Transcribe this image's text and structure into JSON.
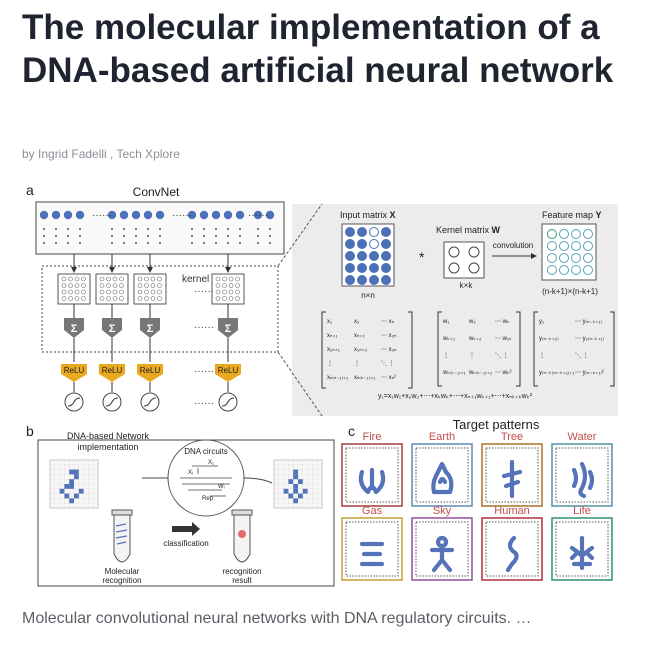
{
  "article": {
    "title": "The molecular implementation of a DNA-based artificial neural network",
    "byline": "by Ingrid Fadelli , Tech Xplore",
    "caption": "Molecular convolutional neural networks with DNA regulatory circuits. …"
  },
  "figure": {
    "panel_a": {
      "label": "a",
      "convnet": "ConvNet",
      "kernel": "kernel",
      "relu": "ReLU",
      "sigma": "Σ",
      "dots": "······",
      "input_matrix_label": "Input matrix",
      "input_matrix_var": "X",
      "kernel_matrix_label": "Kernel matrix",
      "kernel_matrix_var": "W",
      "feature_map_label": "Feature map",
      "feature_map_var": "Y",
      "convolution": "convolution",
      "nxn": "n×n",
      "kxk": "k×k",
      "out_size": "(n-k+1)×(n-k+1)",
      "star": "*",
      "matrix_x": [
        [
          "x₁",
          "x₂",
          "⋯ xₙ"
        ],
        [
          "xₙ₊₁",
          "xₙ₊₂",
          "⋯ x₂ₙ"
        ],
        [
          "x₂ₙ₊₁",
          "x₂ₙ₊₂",
          "⋯ x₃ₙ"
        ],
        [
          "⋮",
          "⋮",
          "⋱ ⋮"
        ],
        [
          "xₙ₍ₙ₋₁₎₊₁",
          "xₙ₍ₙ₋₁₎₊₂",
          "⋯ xₙ²"
        ]
      ],
      "matrix_w": [
        [
          "w₁",
          "w₂",
          "⋯ wₖ"
        ],
        [
          "wₖ₊₁",
          "wₖ₊₂",
          "⋯ w₂ₖ"
        ],
        [
          "⋮",
          "⋮",
          "⋱ ⋮"
        ],
        [
          "wₖ₍ₖ₋₁₎₊₁",
          "wₖ₍ₖ₋₁₎₊₂",
          "⋯ wₖ²"
        ]
      ],
      "matrix_y": [
        [
          "y₁",
          "⋯ y₍ₙ₋ₖ₊₁₎"
        ],
        [
          "y₍ₙ₋ₖ₊₂₎",
          "⋯ y₂₍ₙ₋ₖ₊₁₎"
        ],
        [
          "⋮",
          "⋱ ⋮"
        ],
        [
          "y₍ₙ₋ₖ₎₍ₙ₋ₖ₊₁₎₊₁",
          "⋯ y₍ₙ₋ₖ₊₁₎²"
        ]
      ],
      "formula": "y₁=x₁w₁+x₂w₂+⋯+xₖwₖ+⋯+xₙ₊₁wₖ₊₁+⋯+xₙₖ₊ₖwₖ²"
    },
    "panel_b": {
      "label": "b",
      "title_line1": "DNA-based Network",
      "title_line2": "implementation",
      "dna_circuits": "DNA circuits",
      "x1": "X₁",
      "xi": "Xᵢ",
      "wi": "Wᵢ",
      "rep": "Rep",
      "classification": "classification",
      "molecular_line1": "Molecular",
      "molecular_line2": "recognition",
      "result_line1": "recognition",
      "result_line2": "result"
    },
    "panel_c": {
      "label": "c",
      "title": "Target patterns",
      "patterns": [
        {
          "name": "Fire",
          "color": "#c0504d",
          "frame": "#a84a4a"
        },
        {
          "name": "Earth",
          "color": "#c0504d",
          "frame": "#6a8fb8"
        },
        {
          "name": "Tree",
          "color": "#c0504d",
          "frame": "#b07a3a"
        },
        {
          "name": "Water",
          "color": "#c0504d",
          "frame": "#5a9aa8"
        },
        {
          "name": "Gas",
          "color": "#c0504d",
          "frame": "#c9a640"
        },
        {
          "name": "Sky",
          "color": "#c0504d",
          "frame": "#9a5aa0"
        },
        {
          "name": "Human",
          "color": "#c0504d",
          "frame": "#b83a4a"
        },
        {
          "name": "Life",
          "color": "#c0504d",
          "frame": "#3a9a7a"
        }
      ]
    },
    "colors": {
      "node_blue": "#4d71b8",
      "relu_fill": "#e8a820",
      "sigma_fill": "#777777",
      "glyph_blue": "#5573b8"
    }
  }
}
